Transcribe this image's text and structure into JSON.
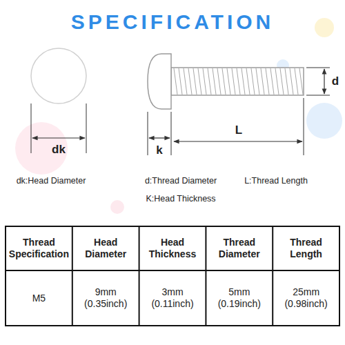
{
  "diagram": {
    "title": "SPECIFICATION",
    "labels": [
      "dk",
      "k",
      "L",
      "d",
      "dk:Head Diameter",
      "d:Thread Diameter",
      "L:Thread Length",
      "K:Head Thickness",
      "Thread Specification",
      "Head Diameter",
      "Head Thickness",
      "Thread Diameter",
      "Thread Length",
      "M5",
      "9mm (0.35inch)",
      "3mm (0.11inch)",
      "5mm (0.19inch)",
      "25mm (0.98inch)"
    ]
  }
}
